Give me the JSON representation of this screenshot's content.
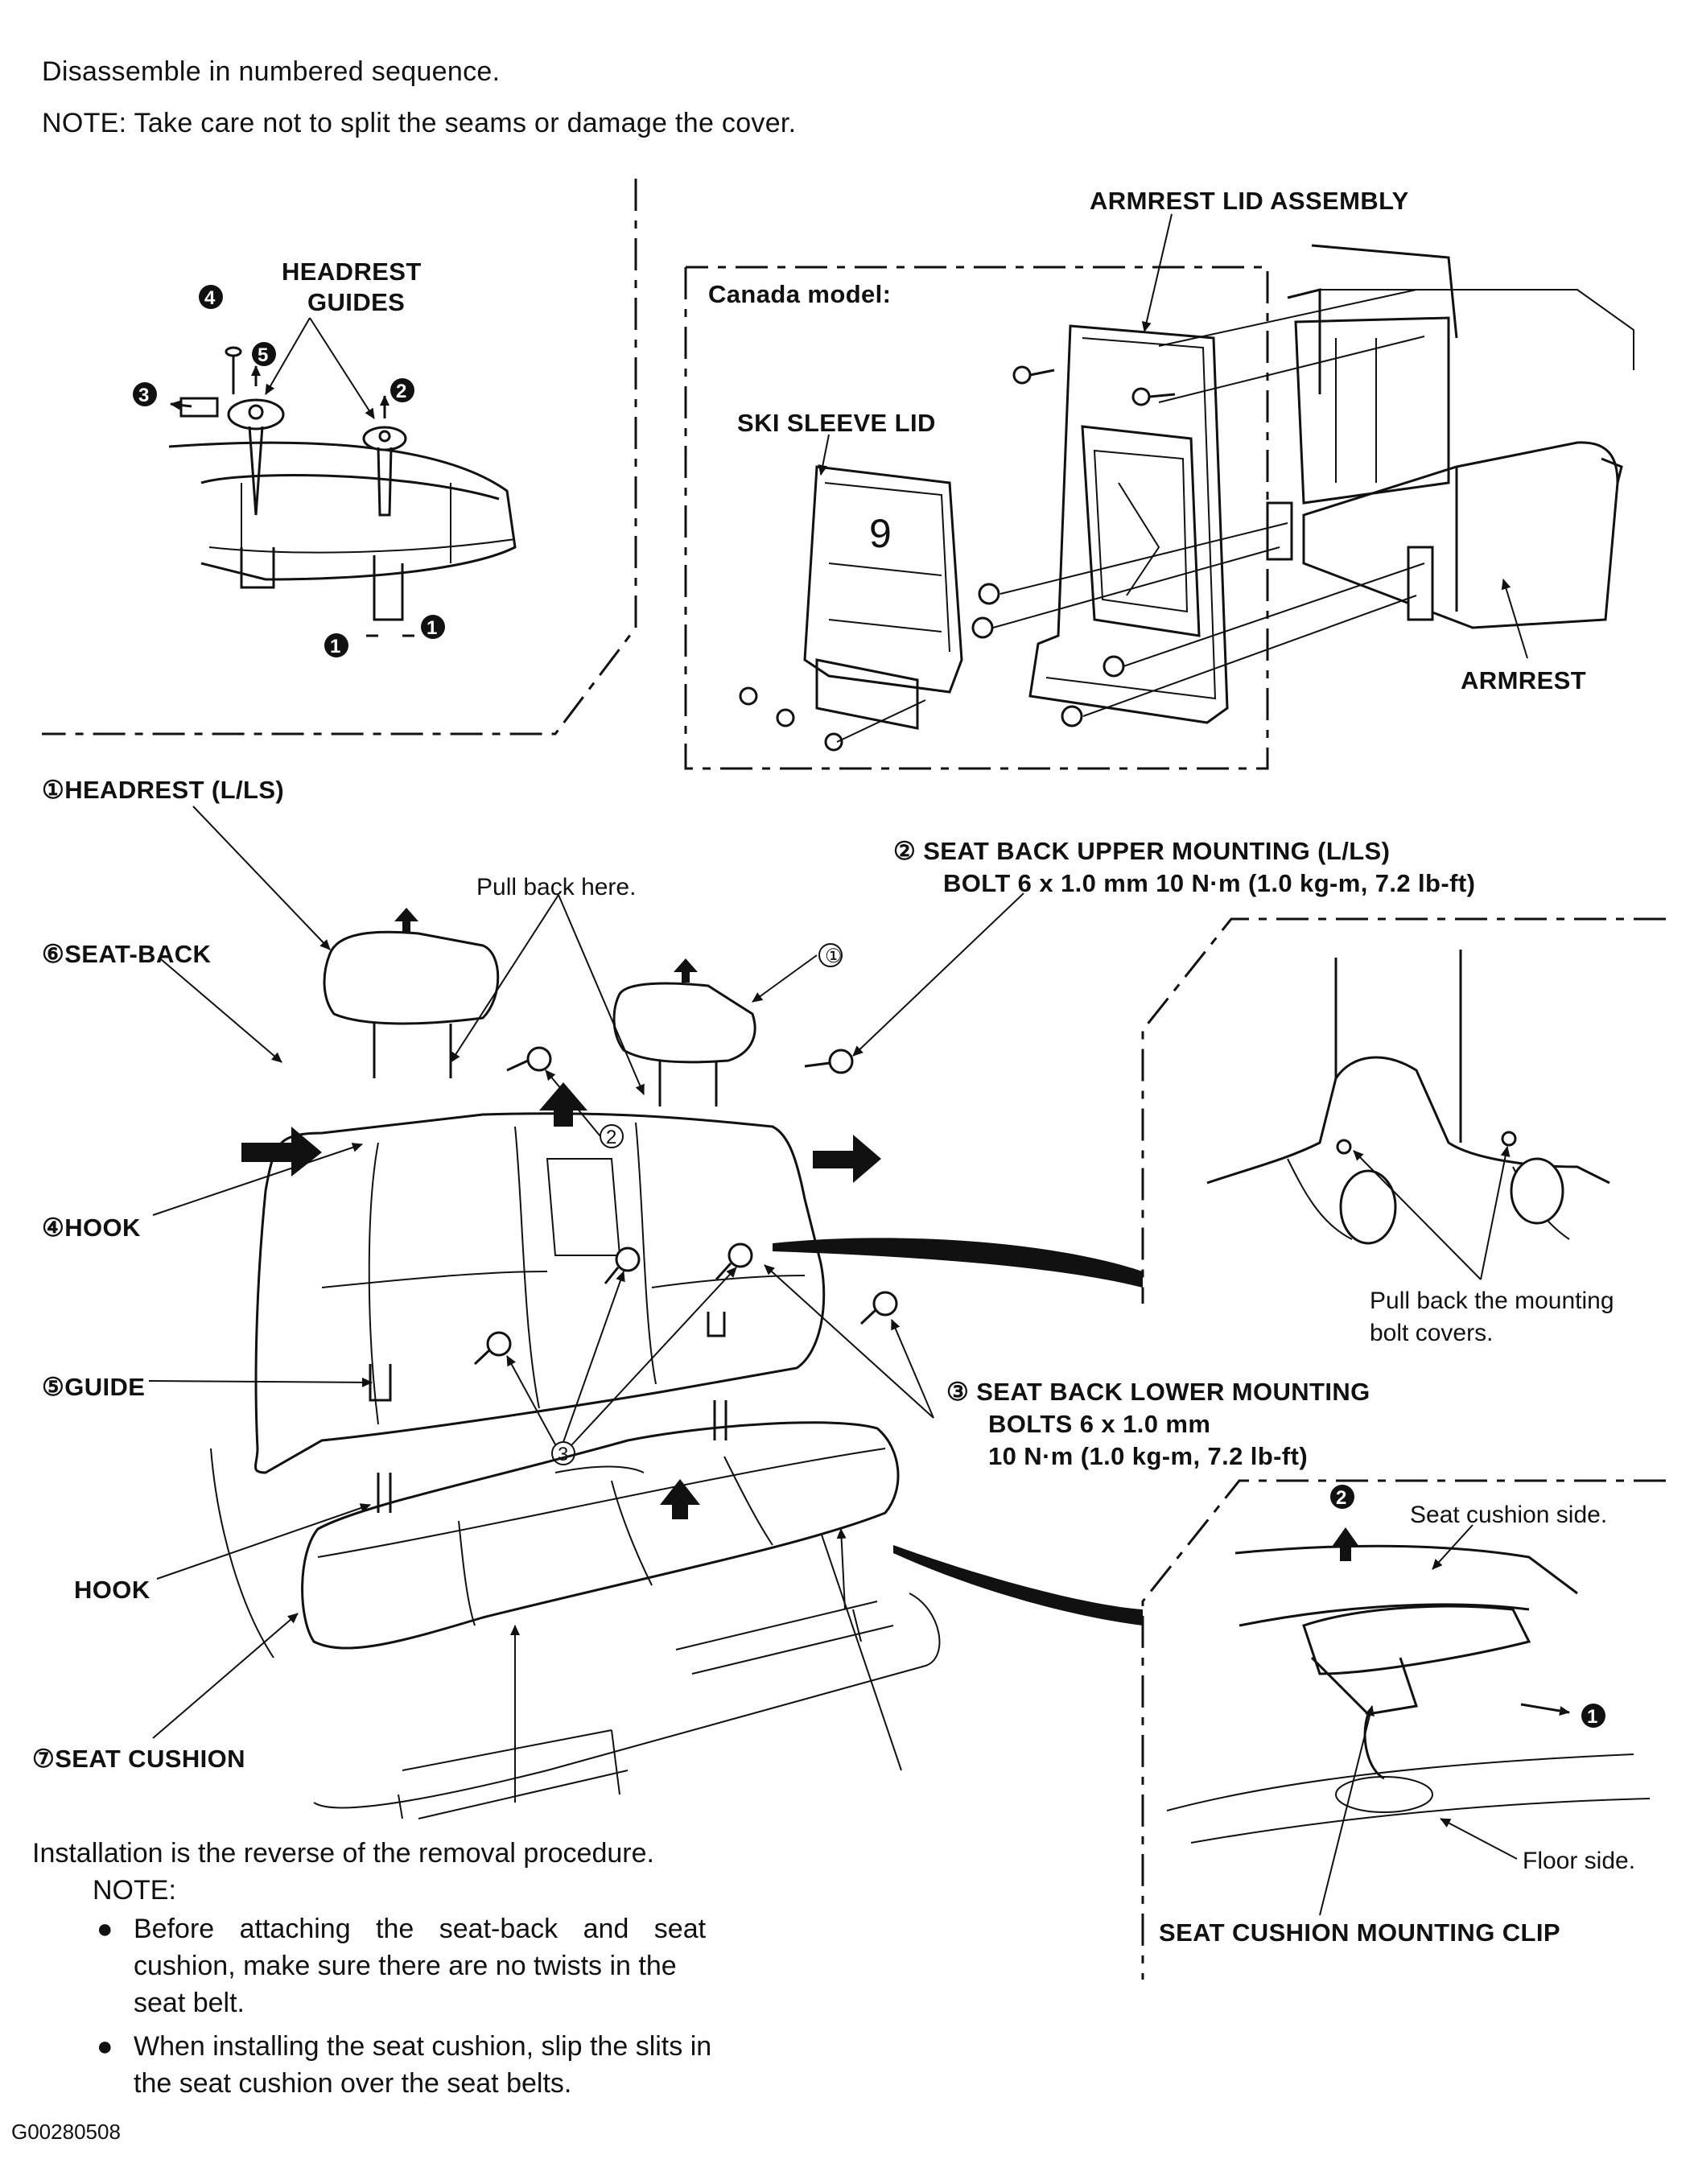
{
  "header": {
    "line1": "Disassemble in numbered sequence.",
    "line2": "NOTE:  Take care not to split the seams or damage the cover."
  },
  "headrest_panel": {
    "title_line1": "HEADREST",
    "title_line2": "GUIDES",
    "steps": [
      "4",
      "5",
      "3",
      "2",
      "1",
      "1"
    ]
  },
  "armrest_panel": {
    "canada_label": "Canada model:",
    "armrest_lid_label": "ARMREST LID ASSEMBLY",
    "ski_sleeve_label": "SKI SLEEVE LID",
    "armrest_label": "ARMREST"
  },
  "main_callouts": {
    "headrest": "①HEADREST (L/LS)",
    "seat_back": "⑥SEAT-BACK",
    "hook_upper": "④HOOK",
    "guide": "⑤GUIDE",
    "hook_lower": "HOOK",
    "seat_cushion": "⑦SEAT CUSHION",
    "pull_back": "Pull back here.",
    "upper_mount_line1": "② SEAT BACK UPPER MOUNTING (L/LS)",
    "upper_mount_line2": "BOLT 6 x 1.0 mm 10 N·m (1.0 kg-m, 7.2 lb-ft)",
    "lower_mount_line1": "③ SEAT BACK LOWER MOUNTING",
    "lower_mount_line2": "BOLTS 6 x 1.0 mm",
    "lower_mount_line3": "10 N·m (1.0 kg-m, 7.2 lb-ft)",
    "mark_1": "①",
    "mark_2": "②",
    "mark_3": "③"
  },
  "detail_upper": {
    "caption_line1": "Pull back the mounting",
    "caption_line2": "bolt covers."
  },
  "detail_lower": {
    "seat_side": "Seat cushion side.",
    "floor_side": "Floor side.",
    "clip_label": "SEAT CUSHION MOUNTING CLIP",
    "step_2": "2",
    "step_1": "1"
  },
  "installation": {
    "intro": "Installation is the reverse of the removal procedure.",
    "note_label": "NOTE:",
    "bullets": [
      [
        "Before attaching the seat-back and seat",
        "cushion, make sure there are no twists in the",
        "seat belt."
      ],
      [
        "When installing the seat cushion, slip the slits in",
        "the seat cushion over the seat belts."
      ]
    ]
  },
  "figure_id": "G00280508"
}
